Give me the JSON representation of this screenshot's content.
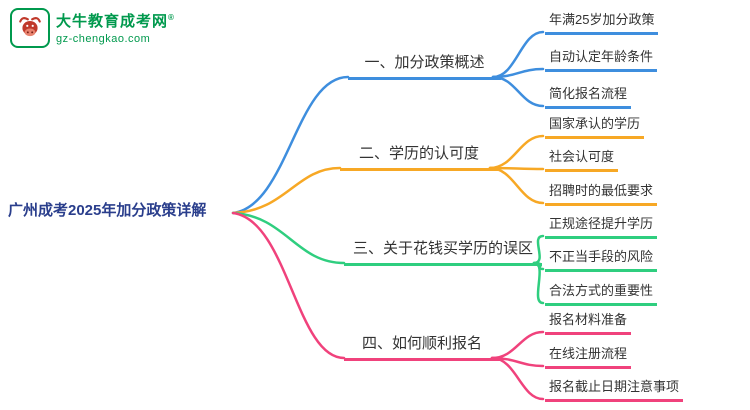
{
  "logo": {
    "brand": "大牛教育成考网",
    "reg": "®",
    "site": "gz-chengkao.com",
    "color": "#00994d"
  },
  "root": {
    "label": "广州成考2025年加分政策详解"
  },
  "branches": [
    {
      "label": "一、加分政策概述",
      "color": "#3e8ede",
      "children": [
        "年满25岁加分政策",
        "自动认定年龄条件",
        "简化报名流程"
      ]
    },
    {
      "label": "二、学历的认可度",
      "color": "#f7a825",
      "children": [
        "国家承认的学历",
        "社会认可度",
        "招聘时的最低要求"
      ]
    },
    {
      "label": "三、关于花钱买学历的误区",
      "color": "#2fce7f",
      "children": [
        "正规途径提升学历",
        "不正当手段的风险",
        "合法方式的重要性"
      ]
    },
    {
      "label": "四、如何顺利报名",
      "color": "#f0427c",
      "children": [
        "报名材料准备",
        "在线注册流程",
        "报名截止日期注意事项"
      ]
    }
  ]
}
